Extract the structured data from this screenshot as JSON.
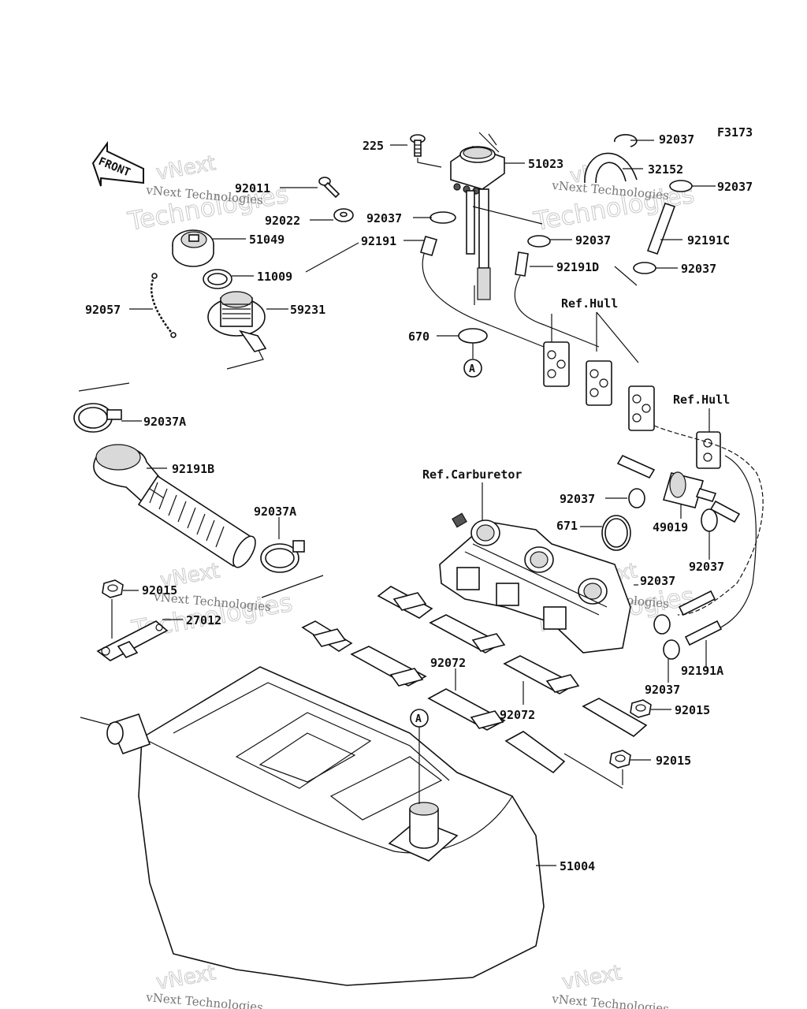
{
  "figure_code": "F3173",
  "front_badge": "FRONT",
  "callout_a": "A",
  "watermark": {
    "line1": "vNext",
    "line2": "Technologies",
    "small": "vNext Technologies"
  },
  "labels": {
    "p225": "225",
    "p51023": "51023",
    "p92037_top": "92037",
    "p32152": "32152",
    "p92037_r1": "92037",
    "p92011": "92011",
    "p92022": "92022",
    "p92037_mid": "92037",
    "p51049": "51049",
    "p92191": "92191",
    "p92037_c": "92037",
    "p92191C": "92191C",
    "p11009": "11009",
    "p92191D": "92191D",
    "p92037_r2": "92037",
    "p92057": "92057",
    "p59231": "59231",
    "ref_hull_1": "Ref.Hull",
    "p670": "670",
    "ref_hull_2": "Ref.Hull",
    "p92037A_1": "92037A",
    "p92191B": "92191B",
    "ref_carb": "Ref.Carburetor",
    "p92037_f": "92037",
    "p671": "671",
    "p49019": "49019",
    "p92037A_2": "92037A",
    "p92037_g": "92037",
    "p92037_h": "92037",
    "p92015_l": "92015",
    "p27012": "27012",
    "p92072_1": "92072",
    "p92072_2": "92072",
    "p92191A": "92191A",
    "p92037_i": "92037",
    "p92015_r1": "92015",
    "p92015_r2": "92015",
    "p51004": "51004"
  }
}
